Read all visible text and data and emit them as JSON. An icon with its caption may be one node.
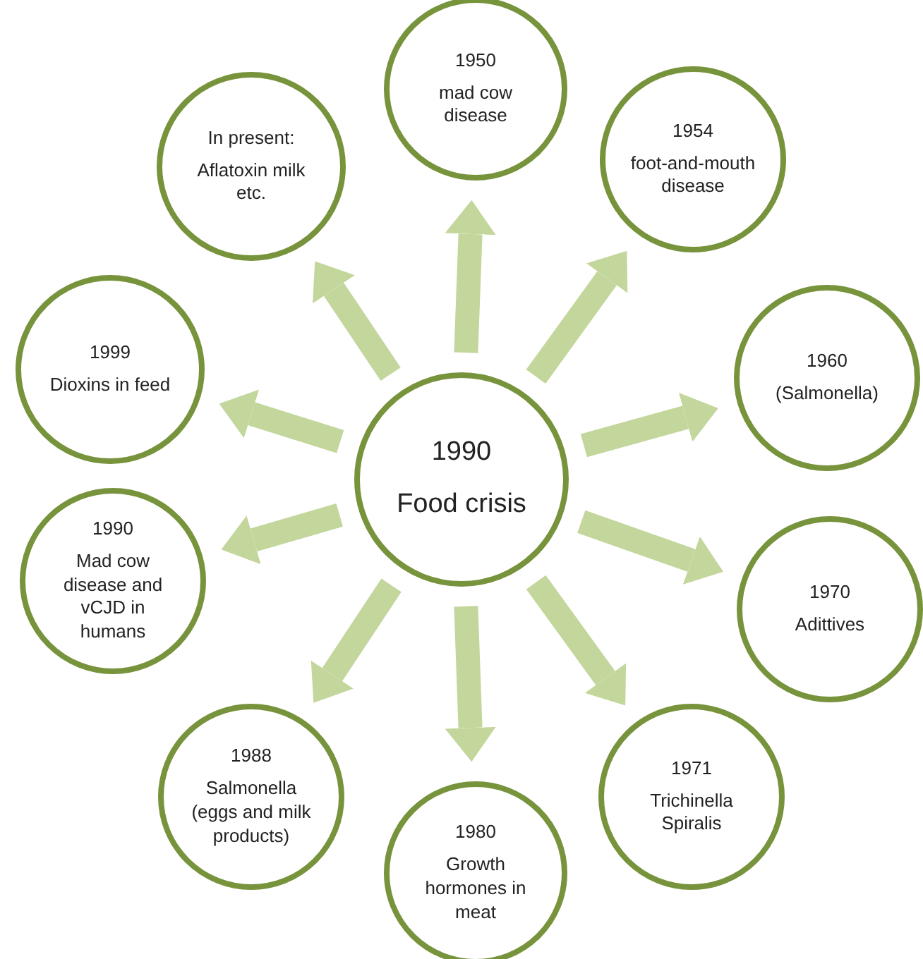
{
  "diagram": {
    "nodes": [
      {
        "text": [
          "1990",
          "Food crisis"
        ]
      },
      {
        "text": [
          "1950",
          "mad cow disease"
        ]
      },
      {
        "text": [
          "1954",
          "foot-and-mouth disease"
        ]
      },
      {
        "text": [
          "1960",
          "(Salmonella)"
        ]
      },
      {
        "text": [
          "1970",
          "Adittives"
        ]
      },
      {
        "text": [
          "1971",
          "Trichinella Spiralis"
        ]
      },
      {
        "text": [
          "1980",
          "Growth hormones in meat"
        ]
      },
      {
        "text": [
          "1988",
          "Salmonella (eggs and milk products)"
        ]
      },
      {
        "text": [
          "1990",
          "Mad cow disease and vCJD in humans"
        ]
      },
      {
        "text": [
          "1999",
          "Dioxins in feed"
        ]
      },
      {
        "text": [
          "In present:",
          "Aflatoxin milk etc."
        ]
      }
    ],
    "edges": [
      {
        "from": 0,
        "to": 1,
        "arrow": "to"
      },
      {
        "from": 0,
        "to": 2,
        "arrow": "to"
      },
      {
        "from": 0,
        "to": 3,
        "arrow": "to"
      },
      {
        "from": 0,
        "to": 4,
        "arrow": "to"
      },
      {
        "from": 0,
        "to": 5,
        "arrow": "to"
      },
      {
        "from": 0,
        "to": 6,
        "arrow": "to"
      },
      {
        "from": 0,
        "to": 7,
        "arrow": "to"
      },
      {
        "from": 0,
        "to": 8,
        "arrow": "to"
      },
      {
        "from": 0,
        "to": 9,
        "arrow": "to"
      },
      {
        "from": 0,
        "to": 10,
        "arrow": "to"
      }
    ]
  }
}
